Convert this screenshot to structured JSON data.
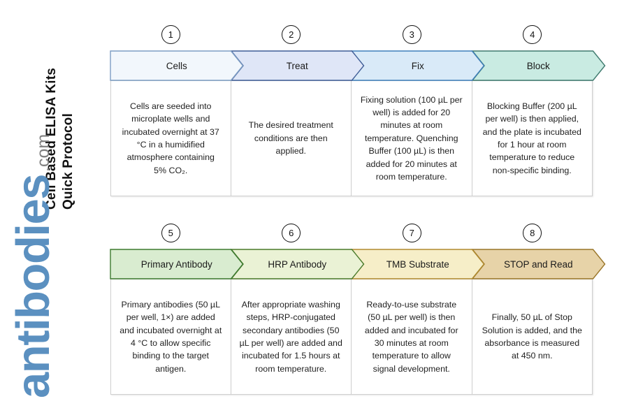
{
  "title": "Cell Based ELISA Kits\nQuick Protocol",
  "logo": {
    "main": "antibodies",
    "tld": ".com"
  },
  "rows": [
    {
      "id": "row-1",
      "steps": [
        {
          "number": "1",
          "label": "Cells",
          "body": "Cells are seeded into microplate wells and incubated overnight at 37 °C in a humidified atmosphere containing 5% CO₂.",
          "fill": "#f2f7fc",
          "stroke": "#7d9dc4"
        },
        {
          "number": "2",
          "label": "Treat",
          "body": "The desired treatment conditions are then applied.",
          "fill": "#dfe6f7",
          "stroke": "#3f5d96"
        },
        {
          "number": "3",
          "label": "Fix",
          "body": "Fixing solution (100 µL per well) is added for 20 minutes at room temperature. Quenching Buffer (100 µL) is then added for 20 minutes at room temperature.",
          "fill": "#d9eaf8",
          "stroke": "#3f7fba"
        },
        {
          "number": "4",
          "label": "Block",
          "body": "Blocking Buffer (200 µL per well) is then applied, and the plate is incubated for 1 hour at room temperature to reduce non-specific binding.",
          "fill": "#c9ebe2",
          "stroke": "#3f7a6e"
        }
      ]
    },
    {
      "id": "row-2",
      "steps": [
        {
          "number": "5",
          "label": "Primary Antibody",
          "body": "Primary antibodies (50 µL per well, 1×) are added and incubated overnight at 4 °C to allow specific binding to the target antigen.",
          "fill": "#d9ecd0",
          "stroke": "#3d7a2f"
        },
        {
          "number": "6",
          "label": "HRP Antibody",
          "body": "After appropriate washing steps, HRP-conjugated secondary antibodies (50 µL per well) are added and incubated for 1.5 hours at room temperature.",
          "fill": "#eaf2d5",
          "stroke": "#4a7a2a"
        },
        {
          "number": "7",
          "label": "TMB Substrate",
          "body": "Ready-to-use substrate (50 µL per well) is then added and incubated for 30 minutes at room temperature to allow signal development.",
          "fill": "#f6eec8",
          "stroke": "#b08a2e"
        },
        {
          "number": "8",
          "label": "STOP and Read",
          "body": "Finally, 50 µL of Stop Solution is added, and the absorbance is measured at 450 nm.",
          "fill": "#e7d3a8",
          "stroke": "#9a7629"
        }
      ]
    }
  ]
}
